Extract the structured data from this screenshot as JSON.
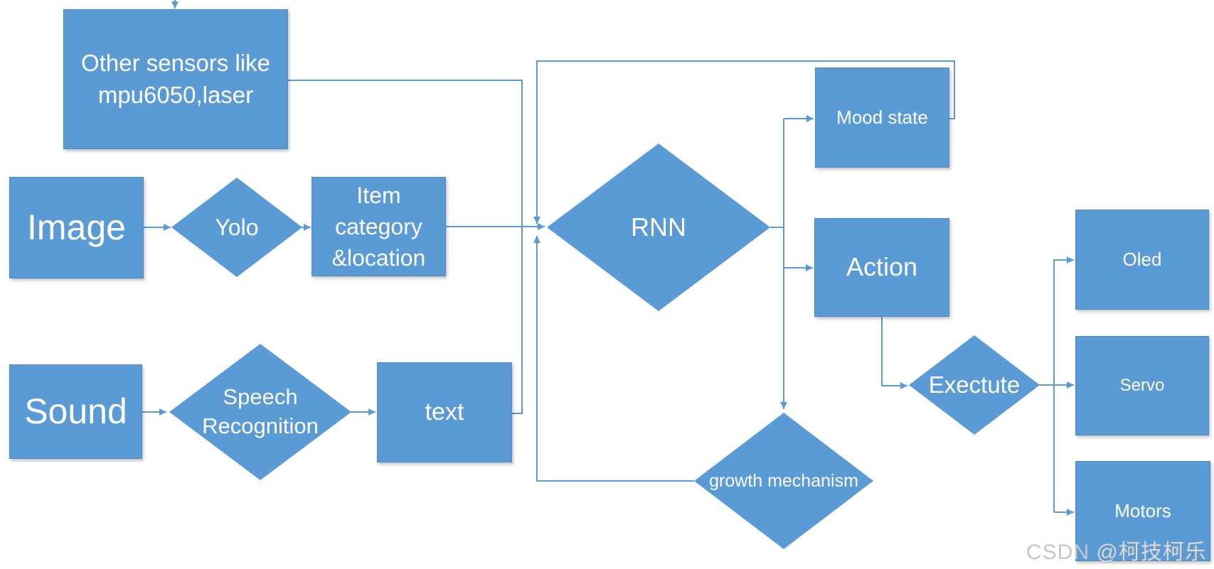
{
  "diagram": {
    "nodes": {
      "other_sensors": {
        "lines": [
          "Other sensors like",
          "mpu6050,laser"
        ]
      },
      "image": {
        "label": "Image"
      },
      "yolo": {
        "label": "Yolo"
      },
      "item_category": {
        "lines": [
          "Item",
          "category",
          "&location"
        ]
      },
      "sound": {
        "label": "Sound"
      },
      "speech": {
        "lines": [
          "Speech",
          "Recognition"
        ]
      },
      "text_box": {
        "label": "text"
      },
      "rnn": {
        "label": "RNN"
      },
      "mood_state": {
        "label": "Mood state"
      },
      "action": {
        "label": "Action"
      },
      "growth": {
        "label": "growth mechanism"
      },
      "exectute": {
        "label": "Exectute"
      },
      "oled": {
        "label": "Oled"
      },
      "servo": {
        "label": "Servo"
      },
      "motors": {
        "label": "Motors"
      }
    },
    "colors": {
      "node_fill": "#5b9bd5",
      "node_border": "#4f88c5",
      "connector": "#5b9bd5",
      "label_text": "#ffffff"
    }
  },
  "watermark": {
    "brand": "CSDN",
    "user": "@柯技柯乐"
  }
}
